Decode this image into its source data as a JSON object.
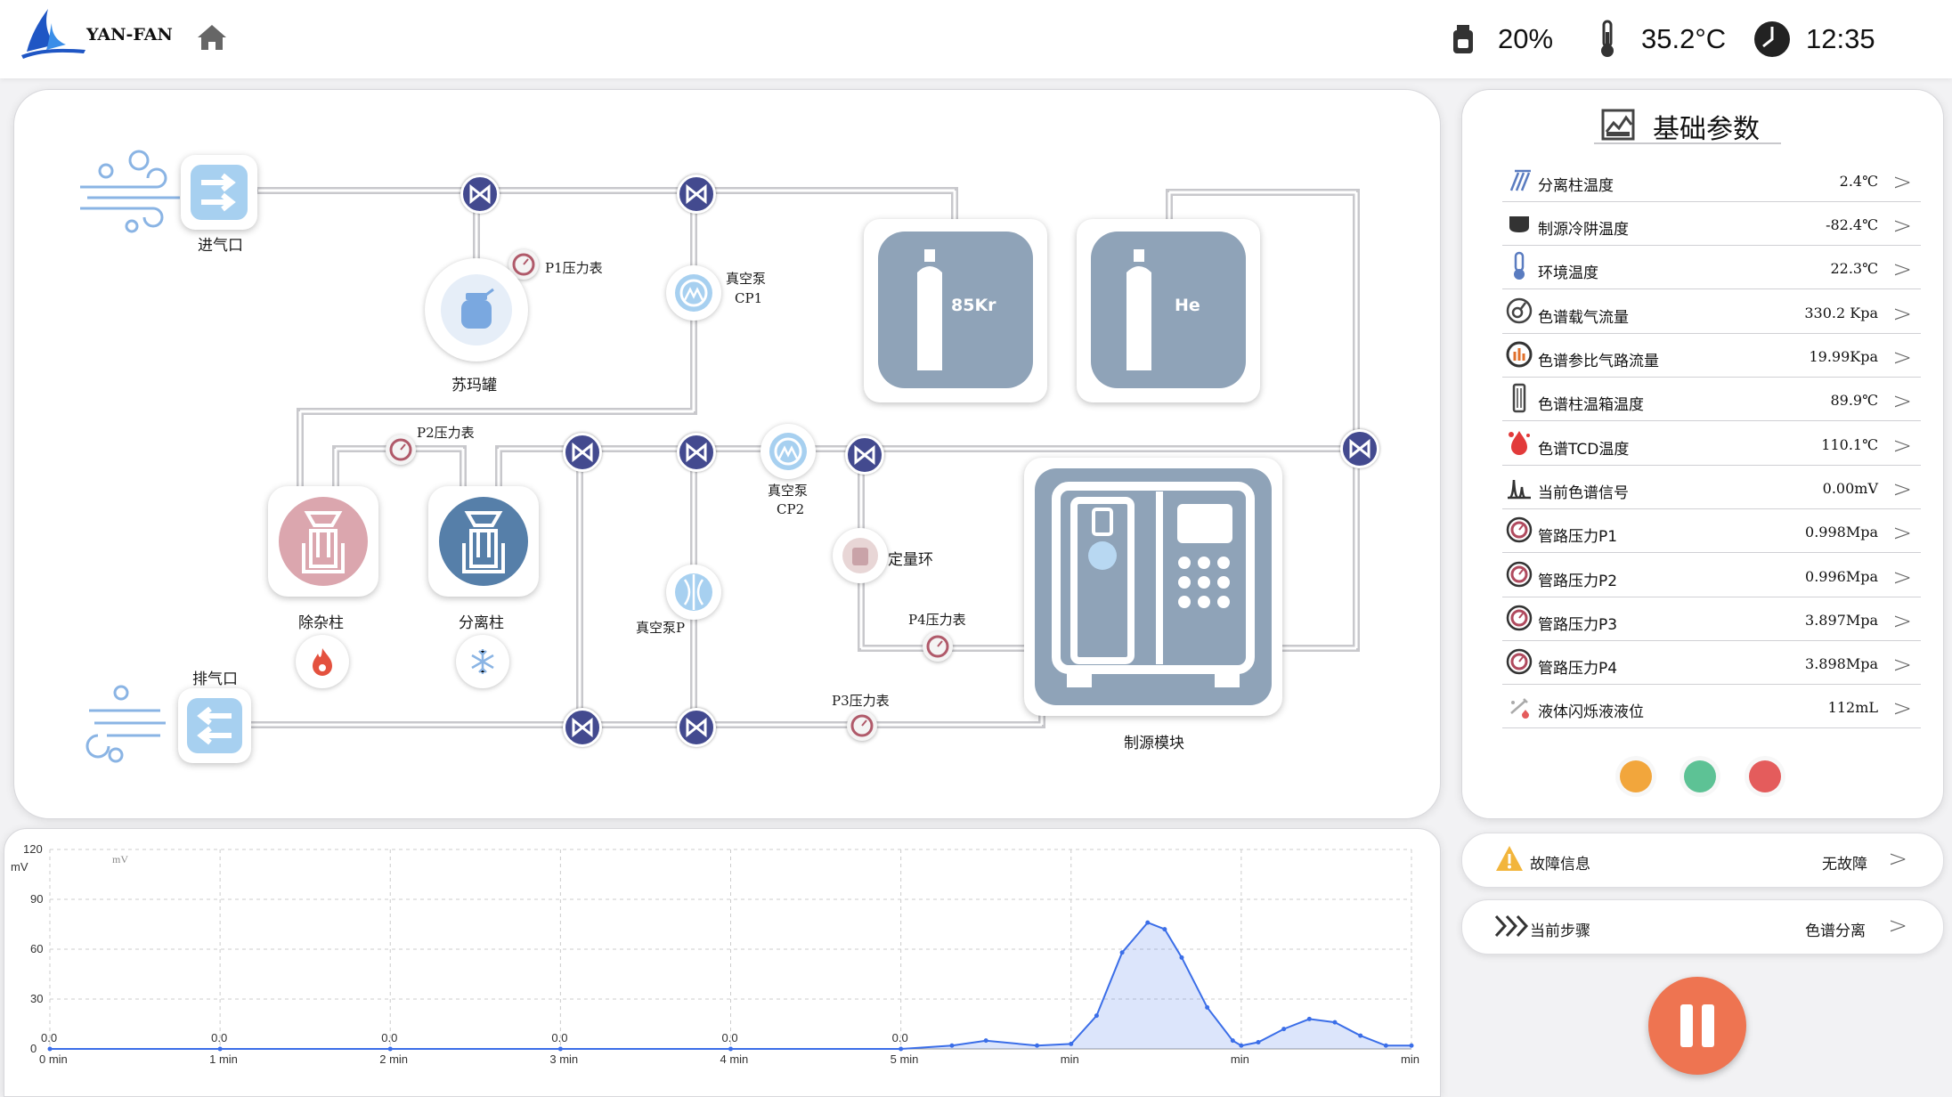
{
  "header": {
    "brand": "YAN-FAN",
    "status": {
      "storage": "20%",
      "temperature": "35.2°C",
      "time": "12:35"
    }
  },
  "diagram": {
    "inlet": "进气口",
    "outlet": "排气口",
    "p1": "P1压力表",
    "p2": "P2压力表",
    "p3": "P3压力表",
    "p4": "P4压力表",
    "suma": "苏玛罐",
    "cp1_line1": "真空泵",
    "cp1_line2": "CP1",
    "cp2_line1": "真空泵",
    "cp2_line2": "CP2",
    "pump_p": "真空泵P",
    "impurity": "除杂柱",
    "separation": "分离柱",
    "quant_loop": "定量环",
    "cooling": "制源模块",
    "kr": "85Kr",
    "he": "He"
  },
  "params": {
    "title": "基础参数",
    "items": [
      {
        "label": "分离柱温度",
        "value": "2.4℃"
      },
      {
        "label": "制源冷阱温度",
        "value": "-82.4℃"
      },
      {
        "label": "环境温度",
        "value": "22.3℃"
      },
      {
        "label": "色谱载气流量",
        "value": "330.2 Kpa"
      },
      {
        "label": "色谱参比气路流量",
        "value": "19.99Kpa"
      },
      {
        "label": "色谱柱温箱温度",
        "value": "89.9℃"
      },
      {
        "label": "色谱TCD温度",
        "value": "110.1℃"
      },
      {
        "label": "当前色谱信号",
        "value": "0.00mV"
      },
      {
        "label": "管路压力P1",
        "value": "0.998Mpa"
      },
      {
        "label": "管路压力P2",
        "value": "0.996Mpa"
      },
      {
        "label": "管路压力P3",
        "value": "3.897Mpa"
      },
      {
        "label": "管路压力P4",
        "value": "3.898Mpa"
      },
      {
        "label": "液体闪烁液液位",
        "value": "112mL"
      }
    ],
    "indicators": [
      "#f2a63c",
      "#5dc295",
      "#e45c5c"
    ]
  },
  "fault": {
    "label": "故障信息",
    "value": "无故障"
  },
  "step": {
    "label": "当前步骤",
    "value": "色谱分离"
  },
  "colors": {
    "accent": "#434a8f",
    "pipe": "#c8c8cc",
    "tank": "#8fa3b8",
    "pause": "#ee7451",
    "chart": "#3b6ee8"
  },
  "icons": {
    "header": [
      "logo-sail-icon",
      "home-icon",
      "storage-icon",
      "thermometer-icon",
      "clock-icon"
    ],
    "controls": [
      "pause-icon",
      "warning-icon",
      "step-arrows-icon"
    ]
  },
  "chart_data": {
    "type": "line",
    "ylabel": "mV",
    "inner_label": "mV",
    "ylim": [
      0,
      120
    ],
    "yticks": [
      0,
      30,
      60,
      90,
      120
    ],
    "xtick_labels": [
      "0 min",
      "1 min",
      "2 min",
      "3 min",
      "4 min",
      "5 min",
      "min",
      "min",
      "min"
    ],
    "xlim": [
      0,
      8
    ],
    "x": [
      0,
      1,
      2,
      3,
      4,
      5,
      5.3,
      5.5,
      5.8,
      6,
      6.15,
      6.3,
      6.45,
      6.55,
      6.65,
      6.8,
      6.95,
      7,
      7.1,
      7.25,
      7.4,
      7.55,
      7.7,
      7.85,
      8
    ],
    "values": [
      0,
      0,
      0,
      0,
      0,
      0,
      2,
      5,
      2,
      3,
      20,
      58,
      76,
      72,
      55,
      25,
      5,
      2,
      4,
      12,
      18,
      16,
      8,
      2,
      2
    ],
    "point_labels": [
      {
        "x": 0,
        "text": "0.0"
      },
      {
        "x": 1,
        "text": "0.0"
      },
      {
        "x": 2,
        "text": "0.0"
      },
      {
        "x": 3,
        "text": "0.0"
      },
      {
        "x": 4,
        "text": "0.0"
      },
      {
        "x": 5,
        "text": "0.0"
      }
    ]
  }
}
